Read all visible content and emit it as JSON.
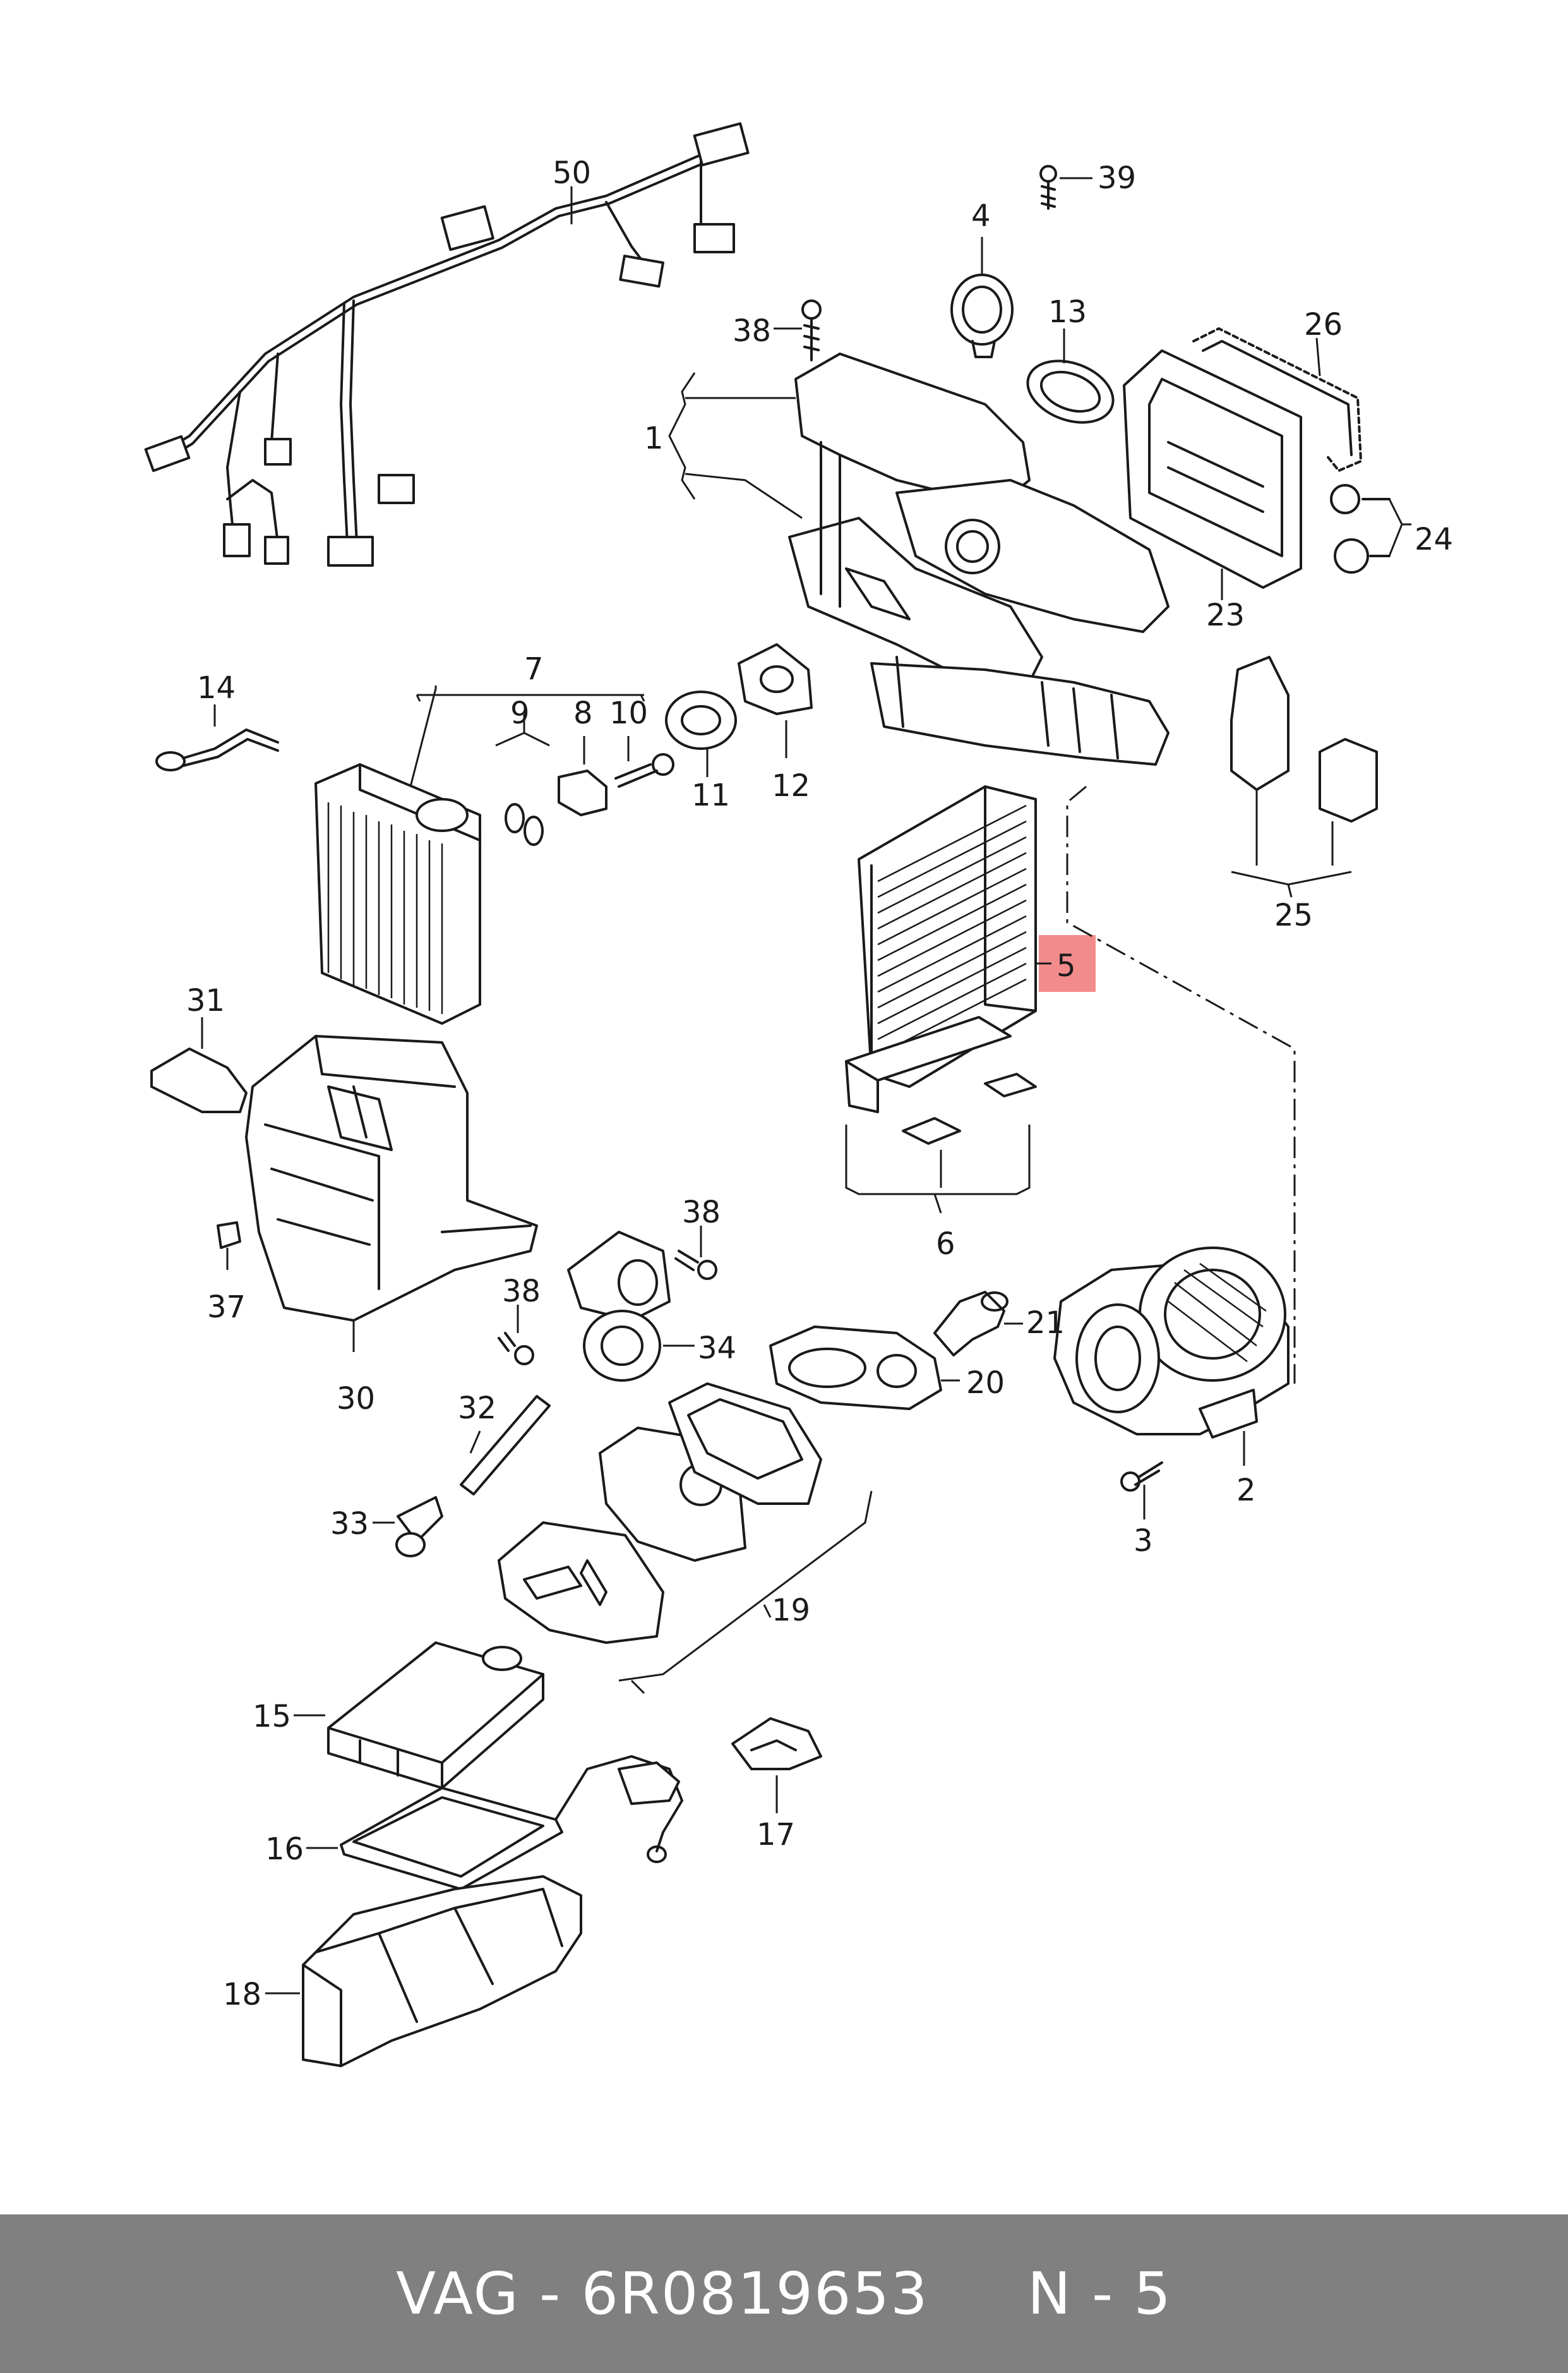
{
  "callouts": {
    "c1": "1",
    "c2": "2",
    "c3": "3",
    "c4": "4",
    "c5": "5",
    "c6": "6",
    "c7": "7",
    "c8": "8",
    "c9": "9",
    "c10": "10",
    "c11": "11",
    "c12": "12",
    "c13": "13",
    "c14": "14",
    "c15": "15",
    "c16": "16",
    "c17": "17",
    "c18": "18",
    "c19": "19",
    "c20": "20",
    "c21": "21",
    "c23": "23",
    "c24": "24",
    "c25": "25",
    "c26": "26",
    "c30": "30",
    "c31": "31",
    "c32": "32",
    "c33": "33",
    "c34": "34",
    "c37": "37",
    "c38a": "38",
    "c38b": "38",
    "c38c": "38",
    "c39": "39",
    "c50": "50"
  },
  "highlight": {
    "part": "5",
    "color": "#f28c8c"
  },
  "footer": {
    "brand": "VAG",
    "separator": " - ",
    "part_number": "6R0819653",
    "position": "N - 5",
    "background": "#808080",
    "text_color": "#ffffff"
  }
}
